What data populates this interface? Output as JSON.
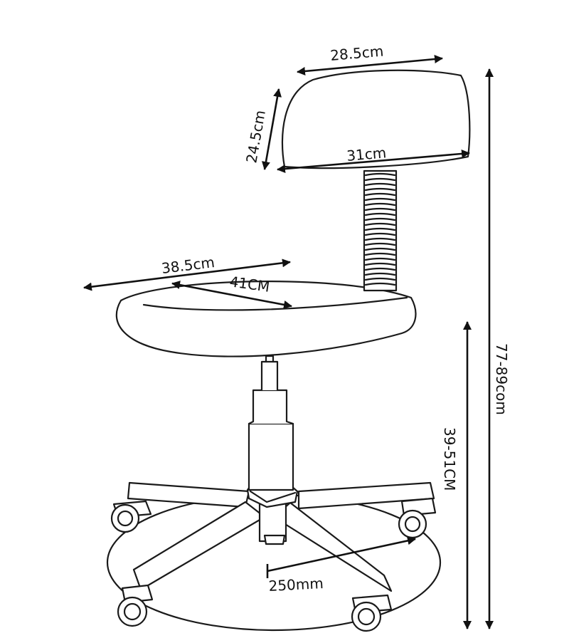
{
  "dimensions": {
    "back_width_top": "28.5cm",
    "back_height": "24.5cm",
    "back_width_bottom": "31cm",
    "seat_width": "38.5cm",
    "seat_depth": "41CM",
    "base_radius": "250mm",
    "seat_height": "39-51CM",
    "total_height": "77-89com"
  }
}
